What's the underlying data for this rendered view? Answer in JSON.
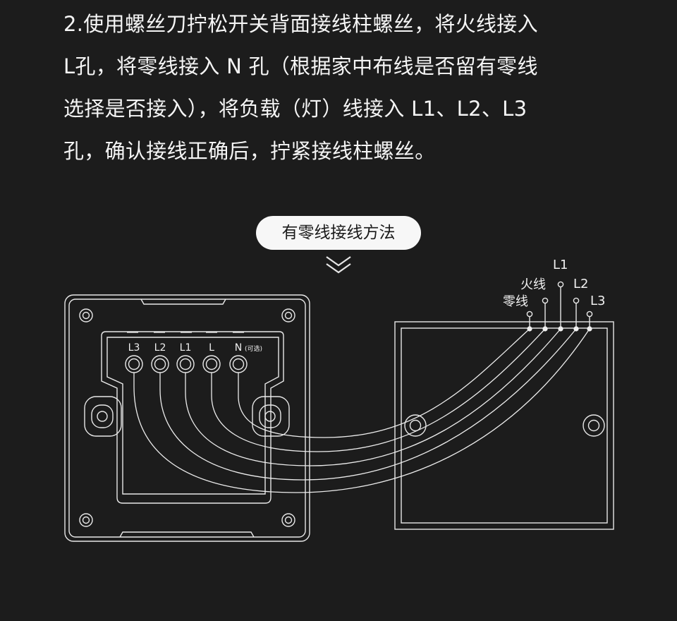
{
  "instruction": {
    "lines": [
      "2.使用螺丝刀拧松开关背面接线柱螺丝，将火线接入",
      "L孔，将零线接入 N 孔（根据家中布线是否留有零线",
      "选择是否接入），将负载（灯）线接入  L1、L2、L3",
      "孔，确认接线正确后，拧紧接线柱螺丝。"
    ]
  },
  "method_label": "有零线接线方法",
  "switch_terminals": [
    "L3",
    "L2",
    "L1",
    "L",
    "N"
  ],
  "neutral_optional_note": "(可选)",
  "box_wires": {
    "neutral": "零线",
    "live": "火线",
    "l1": "L1",
    "l2": "L2",
    "l3": "L3"
  },
  "colors": {
    "background": "#1c1c1c",
    "line": "#e8e8e8",
    "pill": "#f7f7f7"
  }
}
